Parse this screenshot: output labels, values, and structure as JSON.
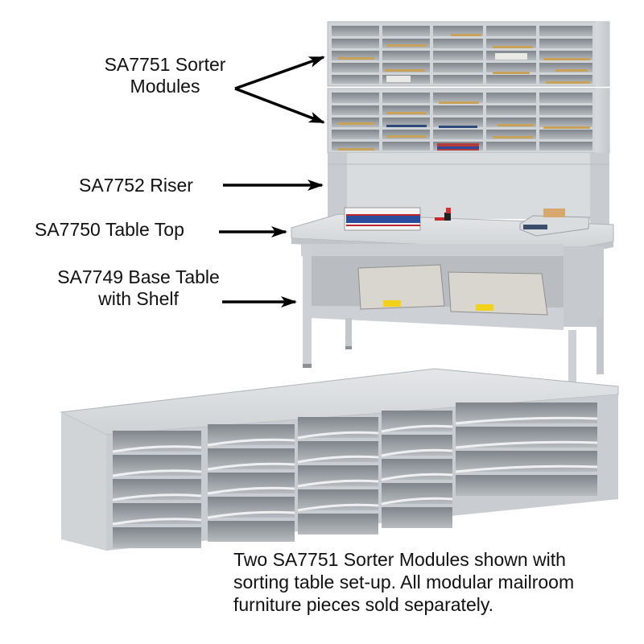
{
  "callouts": [
    {
      "id": "sorter",
      "lines": [
        "SA7751 Sorter",
        "Modules"
      ],
      "targets": 2
    },
    {
      "id": "riser",
      "lines": [
        "SA7752 Riser"
      ],
      "targets": 1
    },
    {
      "id": "tabletop",
      "lines": [
        "SA7750 Table Top"
      ],
      "targets": 1
    },
    {
      "id": "base",
      "lines": [
        "SA7749 Base Table",
        "with Shelf"
      ],
      "targets": 1
    }
  ],
  "caption": {
    "lines": [
      "Two SA7751 Sorter Modules shown with",
      "sorting table set-up.  All modular mailroom",
      "furniture pieces sold separately."
    ]
  },
  "illustration": {
    "assembled_unit": {
      "sorter_modules": 2,
      "columns_per_module": 5,
      "rows_per_module": 5,
      "items_on_tabletop": [
        "priority-mail-box",
        "rubber-stamp",
        "postal-scale"
      ],
      "items_on_shelf": [
        "storage-bin",
        "storage-bin"
      ]
    },
    "standalone_module": {
      "columns": 5,
      "rows": 5
    },
    "colors": {
      "furniture_gray": "#c9ccd0",
      "furniture_light": "#dcdfe2",
      "slot_shadow": "#8f949a",
      "arrow": "#000000",
      "text": "#111111"
    }
  }
}
